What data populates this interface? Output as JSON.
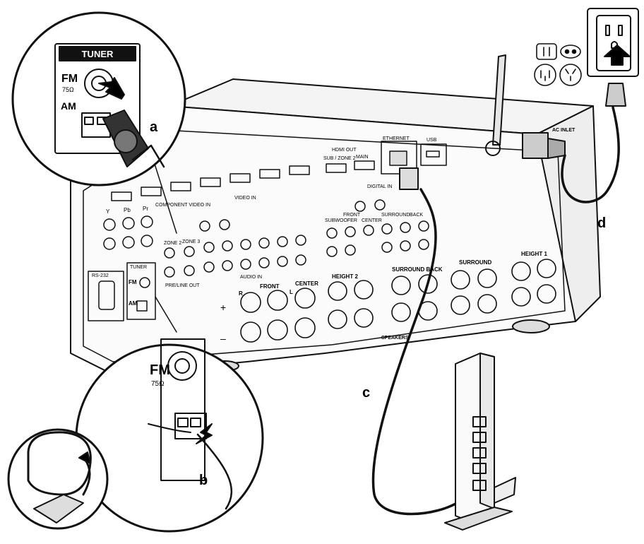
{
  "callouts": {
    "a": "a",
    "b": "b",
    "c": "c",
    "d": "d"
  },
  "inset_tuner": {
    "title": "TUNER",
    "fm": "FM",
    "ohm": "75Ω",
    "am": "AM"
  },
  "inset_am": {
    "fm": "FM",
    "ohm": "75Ω"
  },
  "receiver_labels": {
    "hdmi_out": "HDMI OUT",
    "sub_zone2": "SUB / ZONE 2",
    "main": "MAIN",
    "ethernet": "ETHERNET",
    "usb": "USB",
    "video_in": "VIDEO IN",
    "component": "COMPONENT VIDEO IN",
    "digital_in": "DIGITAL IN",
    "zone2": "ZONE 2",
    "zone3": "ZONE 3",
    "audio_in": "AUDIO IN",
    "subwoofer": "SUBWOOFER",
    "front_pre": "FRONT",
    "center_pre": "CENTER",
    "surround_pre": "SURROUND",
    "back": "BACK",
    "preout": "PRE/LINE OUT",
    "tuner": "TUNER",
    "fm": "FM",
    "am": "AM",
    "rs232": "RS-232",
    "front": "FRONT",
    "center": "CENTER",
    "height2": "HEIGHT 2",
    "surround_back": "SURROUND BACK",
    "surround": "SURROUND",
    "height1": "HEIGHT 1",
    "speakers": "SPEAKERS",
    "ac_inlet": "AC INLET",
    "plus": "+",
    "minus": "–",
    "r": "R",
    "l": "L",
    "y": "Y",
    "pb": "Pb",
    "pr": "Pr"
  }
}
